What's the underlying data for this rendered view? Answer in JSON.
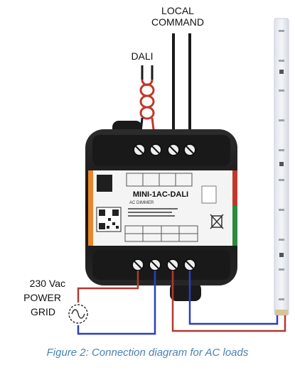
{
  "labels": {
    "local_command_line1": "LOCAL",
    "local_command_line2": "COMMAND",
    "dali": "DALI",
    "power_line1": "230 Vac",
    "power_line2": "POWER",
    "power_line3": "GRID"
  },
  "device": {
    "model": "MINI-1AC-DALI",
    "subtitle": "AC DIMMER"
  },
  "caption": "Figure 2: Connection diagram for AC loads",
  "colors": {
    "wire_black": "#1a1a1a",
    "wire_red": "#b3392f",
    "wire_blue": "#2b3fc0",
    "dali_coil": "#c0392b",
    "caption": "#4a82b4",
    "housing": "#1e1e1e",
    "label_orange": "#e8862a"
  }
}
